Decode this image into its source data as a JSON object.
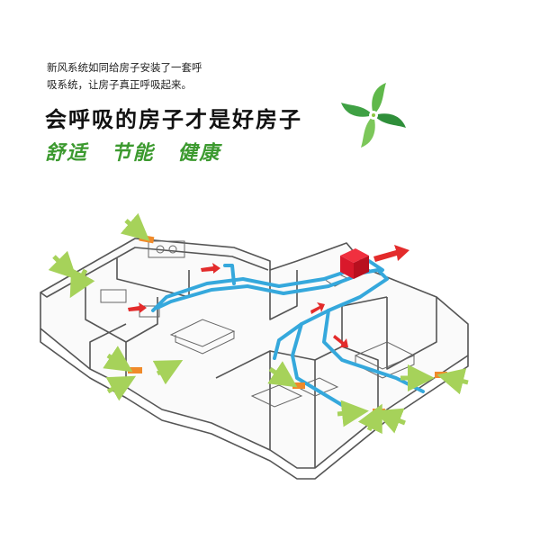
{
  "intro": {
    "line1": "新风系统如同给房子安装了一套呼",
    "line2": "吸系统，让房子真正呼吸起来。"
  },
  "headline": "会呼吸的房子才是好房子",
  "slogan": [
    "舒适",
    "节能",
    "健康"
  ],
  "colors": {
    "duct": "#35a8dc",
    "fresh_air_arrow": "#a6d25a",
    "exhaust_arrow": "#e32b2b",
    "vent": "#f08a2a",
    "unit": "#d9182b",
    "slogan": "#3c9a2f",
    "wall_line": "#555555"
  },
  "icons": [
    "pinwheel-logo-icon",
    "fresh-air-unit-icon",
    "inflow-arrow-icon",
    "exhaust-arrow-icon",
    "vent-icon"
  ]
}
